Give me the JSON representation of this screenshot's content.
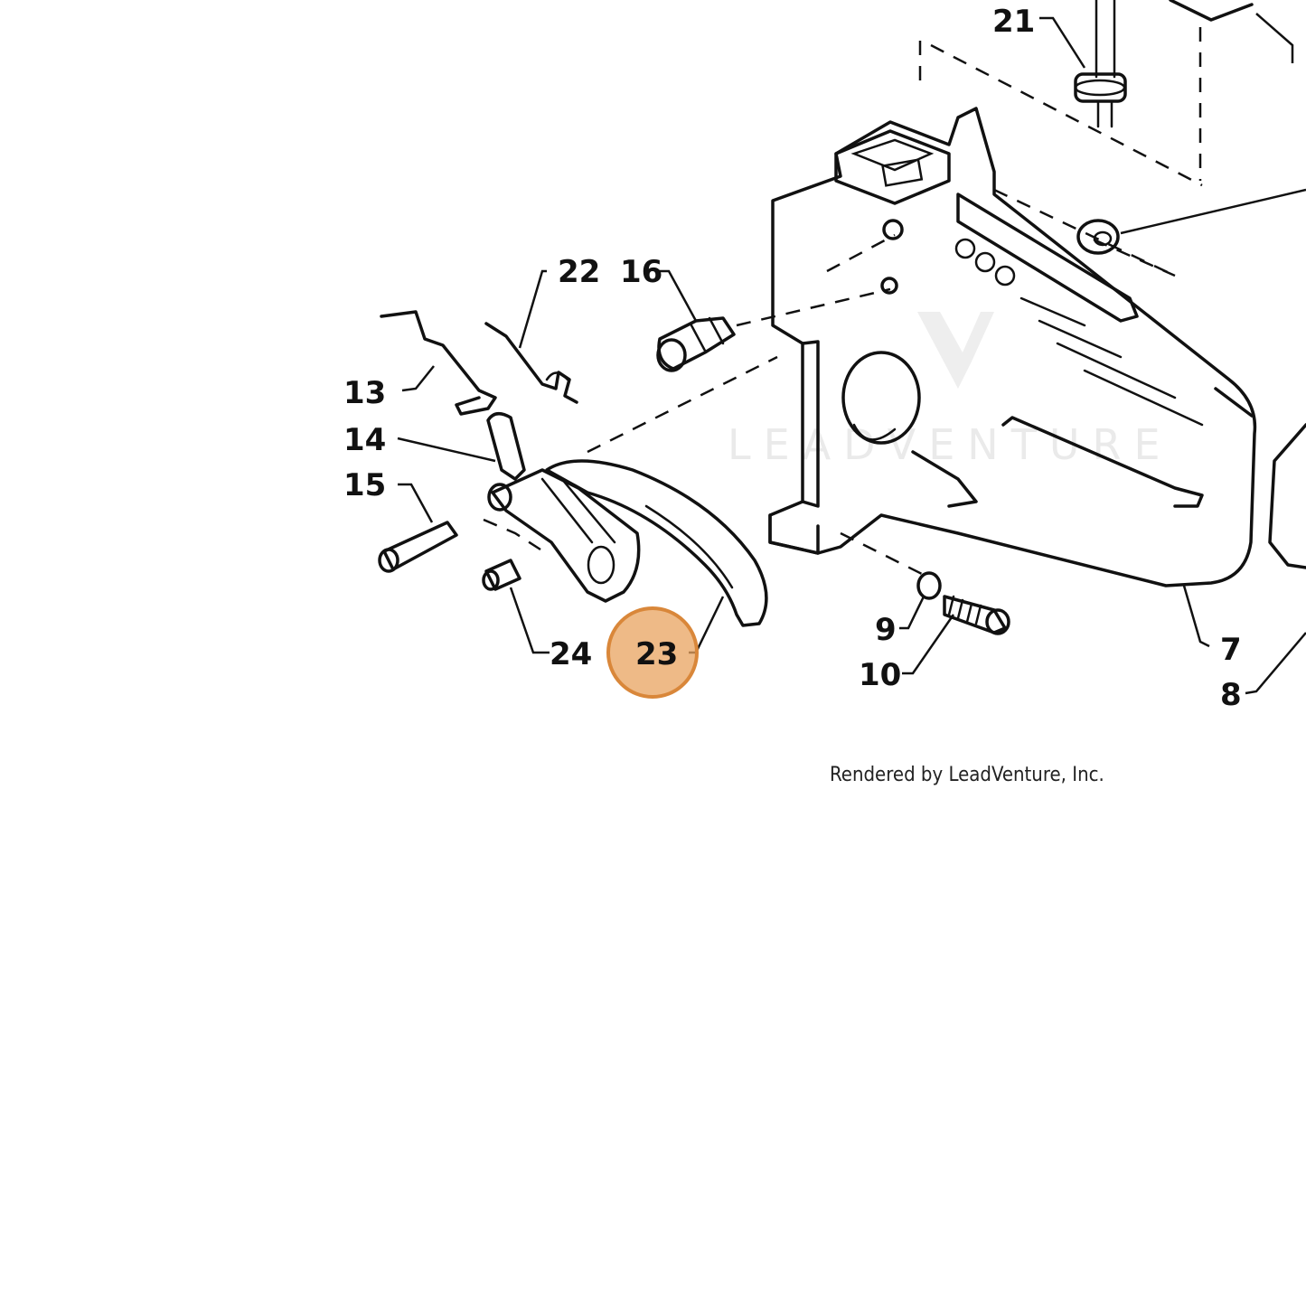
{
  "callouts": [
    {
      "id": "21",
      "label": "21"
    },
    {
      "id": "22",
      "label": "22"
    },
    {
      "id": "16",
      "label": "16"
    },
    {
      "id": "13",
      "label": "13"
    },
    {
      "id": "14",
      "label": "14"
    },
    {
      "id": "15",
      "label": "15"
    },
    {
      "id": "24",
      "label": "24"
    },
    {
      "id": "23",
      "label": "23"
    },
    {
      "id": "9",
      "label": "9"
    },
    {
      "id": "10",
      "label": "10"
    },
    {
      "id": "7",
      "label": "7"
    },
    {
      "id": "8",
      "label": "8"
    }
  ],
  "highlight": {
    "callout": "23",
    "color": "#e8a35f",
    "ring_color": "#d9873a"
  },
  "watermark": "LEADVENTURE",
  "credit": "Rendered by LeadVenture, Inc."
}
